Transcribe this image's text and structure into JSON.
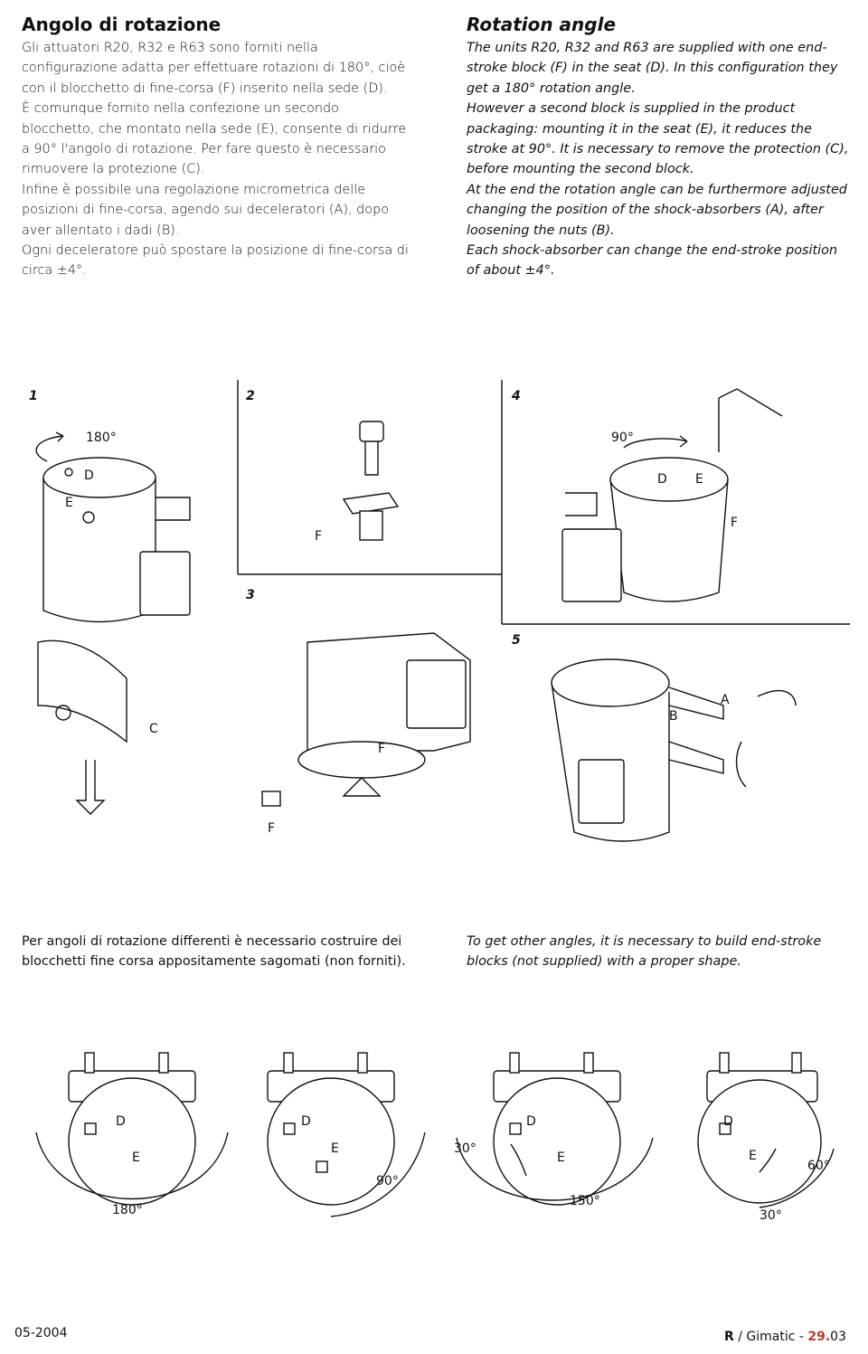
{
  "it": {
    "title": "Angolo di rotazione",
    "paragraphs": [
      "Gli attuatori R20, R32 e R63 sono forniti nella configurazione adatta per effettuare rotazioni di 180°, cioè con il blocchetto di fine-corsa (F) inserito nella sede (D).",
      "È comunque fornito nella confezione un secondo blocchetto, che montato nella sede (E), consente di ridurre a 90° l'angolo di rotazione. Per fare questo è necessario rimuovere la protezione (C).",
      "Infine è possibile una regolazione micrometrica delle posizioni di fine-corsa, agendo sui deceleratori (A), dopo aver allentato i dadi (B).",
      "Ogni deceleratore può spostare la posizione di fine-corsa di circa ±4°."
    ],
    "caption": "Per angoli di rotazione differenti è necessario costruire dei blocchetti fine corsa appositamente sagomati (non forniti)."
  },
  "en": {
    "title": "Rotation angle",
    "paragraphs": [
      "The units R20, R32 and R63 are supplied with one end-stroke block (F) in the seat (D). In this configuration they get a 180° rotation angle.",
      "However a second block is supplied in the product packaging: mounting it in the seat (E), it reduces the stroke at 90°. It is necessary to remove the protection (C), before mounting the second block.",
      "At the end the rotation angle can be furthermore adjusted changing the position of the shock-absorbers (A), after loosening the nuts (B).",
      "Each shock-absorber can change the end-stroke position of about ±4°."
    ],
    "caption": "To get other angles, it is necessary to build end-stroke blocks (not supplied) with a proper shape."
  },
  "figure_numbers": [
    "1",
    "2",
    "3",
    "4",
    "5"
  ],
  "figure_labels": {
    "f1_angle": "180°",
    "f1_d": "D",
    "f1_e": "E",
    "f1_c": "C",
    "f2_f": "F",
    "f3_f_top": "F",
    "f3_f_bottom": "F",
    "f4_angle": "90°",
    "f4_d": "D",
    "f4_e": "E",
    "f4_f": "F",
    "f5_a": "A",
    "f5_b": "B"
  },
  "diagrams": [
    {
      "d": "D",
      "e": "E",
      "angles": [
        "180°"
      ]
    },
    {
      "d": "D",
      "e": "E",
      "angles": [
        "90°"
      ]
    },
    {
      "d": "D",
      "e": "E",
      "angles": [
        "30°",
        "150°"
      ]
    },
    {
      "d": "D",
      "e": "E",
      "angles": [
        "60°",
        "30°"
      ]
    }
  ],
  "footer": {
    "date": "05-2004",
    "series": "R",
    "brand": "/ Gimatic - ",
    "page": "29.",
    "subpage": "03"
  }
}
